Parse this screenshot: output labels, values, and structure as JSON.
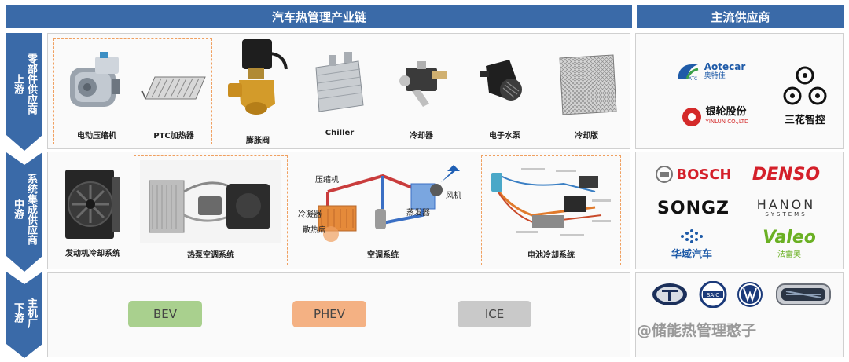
{
  "headers": {
    "chain": "汽车热管理产业链",
    "suppliers": "主流供应商"
  },
  "stages": {
    "upstream": {
      "main": "上游",
      "sub": "零部件供应商"
    },
    "midstream": {
      "main": "中游",
      "sub": "系统集成供应商"
    },
    "downstream": {
      "main": "下游",
      "sub": "主机厂"
    }
  },
  "upstream_items": [
    "电动压缩机",
    "PTC加热器",
    "膨胀阀",
    "Chiller",
    "冷却器",
    "电子水泵",
    "冷却版"
  ],
  "midstream_items": [
    "发动机冷却系统",
    "热泵空调系统",
    "空调系统",
    "电池冷却系统"
  ],
  "ac_diagram_labels": {
    "compressor": "压缩机",
    "condenser": "冷凝器",
    "radiator": "散热扇",
    "evaporator": "蒸发器",
    "fan": "风机"
  },
  "downstream_items": [
    {
      "label": "BEV",
      "color": "#a9d08e"
    },
    {
      "label": "PHEV",
      "color": "#f4b183"
    },
    {
      "label": "ICE",
      "color": "#c9c9c9"
    }
  ],
  "suppliers": {
    "upstream": {
      "aotecar_en": "Aotecar",
      "aotecar_cn": "奥特佳",
      "aotecar_mark": "ATC",
      "yinlun_cn": "银轮股份",
      "yinlun_en": "YINLUN CO.,LTD",
      "sanhua": "三花智控"
    },
    "midstream": {
      "bosch": "BOSCH",
      "denso": "DENSO",
      "songz": "SONGZ",
      "hanon": "HANON",
      "hanon_sub": "SYSTEMS",
      "huayu": "华域汽车",
      "valeo": "Valeo",
      "valeo_cn": "法雷奥"
    },
    "downstream": {
      "saic": "SAIC"
    }
  },
  "watermark": "@储能热管理憨子",
  "colors": {
    "header": "#3a6aa8",
    "dash": "#f0a060"
  }
}
